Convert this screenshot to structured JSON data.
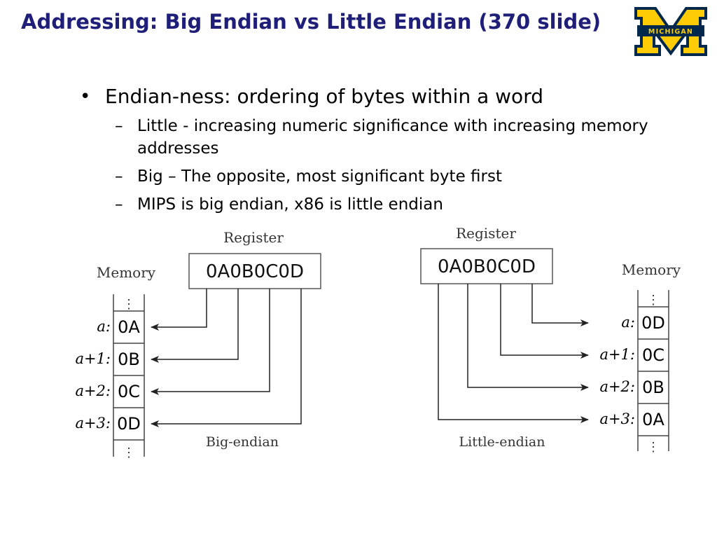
{
  "slide": {
    "title": "Addressing: Big Endian vs Little Endian (370 slide)",
    "logo_text": "MICHIGAN",
    "logo_colors": {
      "blue": "#00274C",
      "maize": "#FFCB05"
    }
  },
  "bullets": {
    "main": "Endian-ness: ordering of bytes within a word",
    "sub": [
      "Little - increasing numeric significance with increasing memory addresses",
      "Big – The opposite, most significant byte first",
      "MIPS is big endian, x86 is little endian"
    ]
  },
  "diagram": {
    "register_label": "Register",
    "memory_label": "Memory",
    "ellipsis": "⋮",
    "big_endian": {
      "caption": "Big-endian",
      "register_value": "0A0B0C0D",
      "rows": [
        {
          "address": "a:",
          "value": "0A"
        },
        {
          "address": "a+1:",
          "value": "0B"
        },
        {
          "address": "a+2:",
          "value": "0C"
        },
        {
          "address": "a+3:",
          "value": "0D"
        }
      ]
    },
    "little_endian": {
      "caption": "Little-endian",
      "register_value": "0A0B0C0D",
      "rows": [
        {
          "address": "a:",
          "value": "0D"
        },
        {
          "address": "a+1:",
          "value": "0C"
        },
        {
          "address": "a+2:",
          "value": "0B"
        },
        {
          "address": "a+3:",
          "value": "0A"
        }
      ]
    }
  }
}
